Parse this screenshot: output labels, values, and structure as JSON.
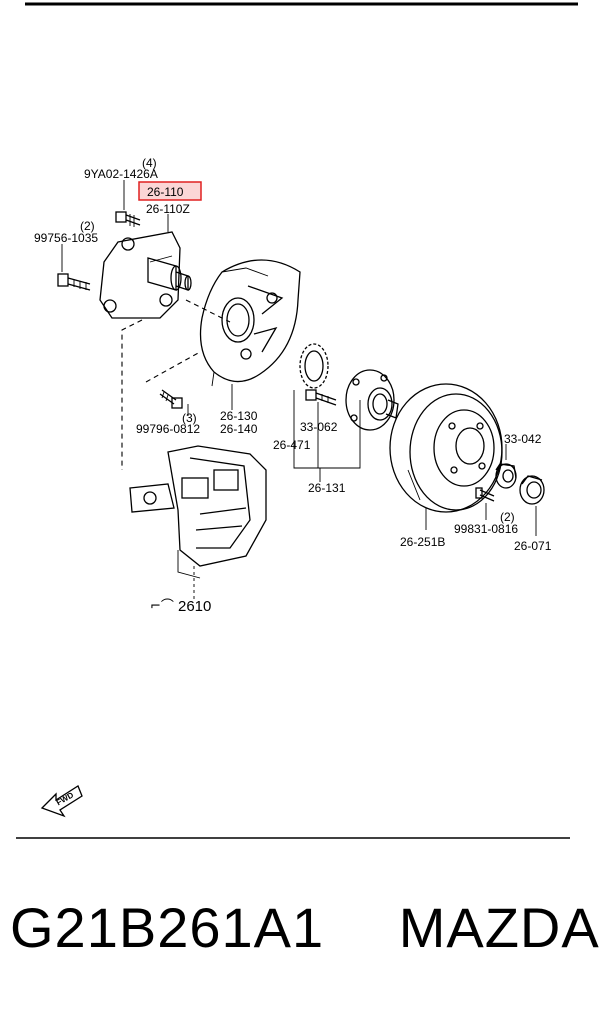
{
  "callouts": {
    "bolt_hub_qty": "(4)",
    "bolt_hub": "9YA02-1426A",
    "knuckle": "26-110",
    "knuckle_alt": "26-110Z",
    "bolt_left_qty": "(2)",
    "bolt_left": "99756-1035",
    "dust_shield": "26-130",
    "dust_shield_alt": "26-140",
    "shield_bolt_qty": "(3)",
    "shield_bolt": "99796-0812",
    "abs_ring": "26-471",
    "hub_bolt": "33-062",
    "hub_assy": "26-131",
    "nut": "33-042",
    "rotor_screw": "99831-0816",
    "rotor_screw_qty": "(2)",
    "rotor": "26-251B",
    "cap": "26-071",
    "caliper": "2610",
    "fwd": "FWD"
  },
  "caption": {
    "part_number": "G21B261A1",
    "brand": "MAZDA"
  },
  "colors": {
    "highlight": "#e02020",
    "highlight_fill": "#fbd6d6",
    "ink": "#000000"
  }
}
